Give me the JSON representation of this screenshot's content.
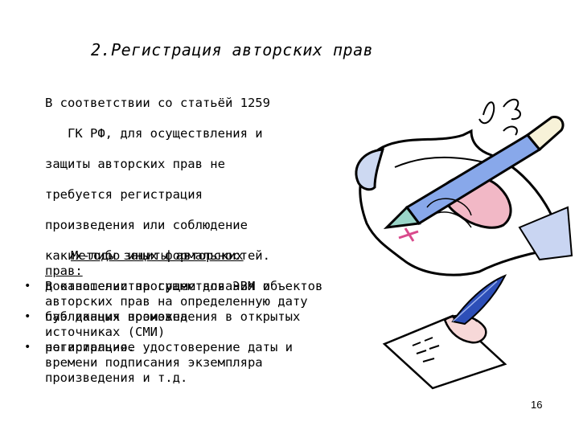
{
  "slide": {
    "title": "2.Регистрация авторских прав",
    "paragraph_lines": [
      "В соответствии со статьёй 1259",
      "   ГК РФ, для осуществления и",
      "защиты авторских прав не",
      "требуется регистрация",
      "произведения или соблюдение",
      "каких-либо иных формальностей.",
      "В отношении программ для ЭВМ и",
      "баз данных возможна",
      "регистрация."
    ],
    "methods_heading_line1": "Методы защиты авторских",
    "methods_heading_line2": "прав:",
    "bullets": [
      "доказательства существования объектов авторских прав на определенную дату",
      "публикация произведения в открытых источниках (СМИ)",
      "нотариальное удостоверение даты и времени подписания экземпляра произведения и т.д."
    ],
    "bullet_symbol": "•",
    "page_number": "16"
  },
  "illustrations": [
    {
      "name": "pen-and-paper-clipart-icon"
    },
    {
      "name": "hand-writing-quill-clipart-icon"
    }
  ]
}
